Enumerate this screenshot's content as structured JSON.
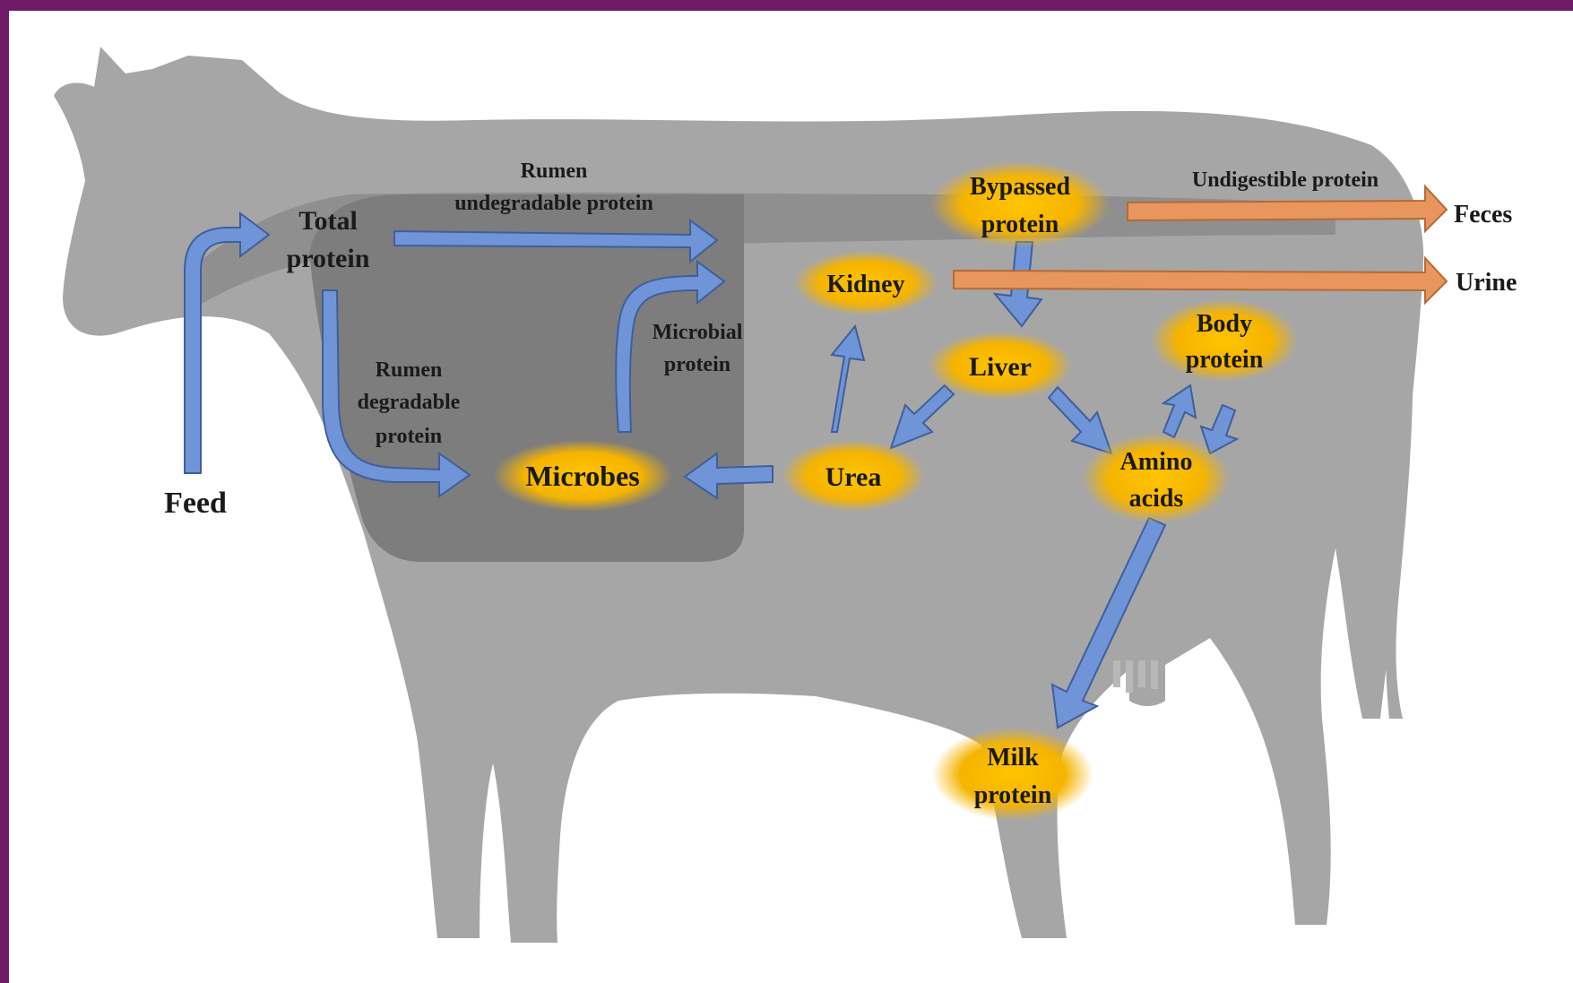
{
  "nodes": {
    "microbes": "Microbes",
    "urea": "Urea",
    "kidney": "Kidney",
    "liver": "Liver",
    "bypassed_line1": "Bypassed",
    "bypassed_line2": "protein",
    "body_line1": "Body",
    "body_line2": "protein",
    "amino_line1": "Amino",
    "amino_line2": "acids",
    "milk_line1": "Milk",
    "milk_line2": "protein"
  },
  "labels": {
    "feed": "Feed",
    "total_line1": "Total",
    "total_line2": "protein",
    "rup_line1": "Rumen",
    "rup_line2": "undegradable protein",
    "rdp_line1": "Rumen",
    "rdp_line2": "degradable",
    "rdp_line3": "protein",
    "microbial_line1": "Microbial",
    "microbial_line2": "protein",
    "undigestible": "Undigestible protein",
    "feces": "Feces",
    "urine": "Urine"
  },
  "colors": {
    "frame_border": "#6d1a67",
    "cow_body": "#a6a6a6",
    "rumen_region": "#7d7d7d",
    "node_fill": "#f5b400",
    "blue_arrow": "#6f95d8",
    "orange_arrow": "#e8965d"
  }
}
